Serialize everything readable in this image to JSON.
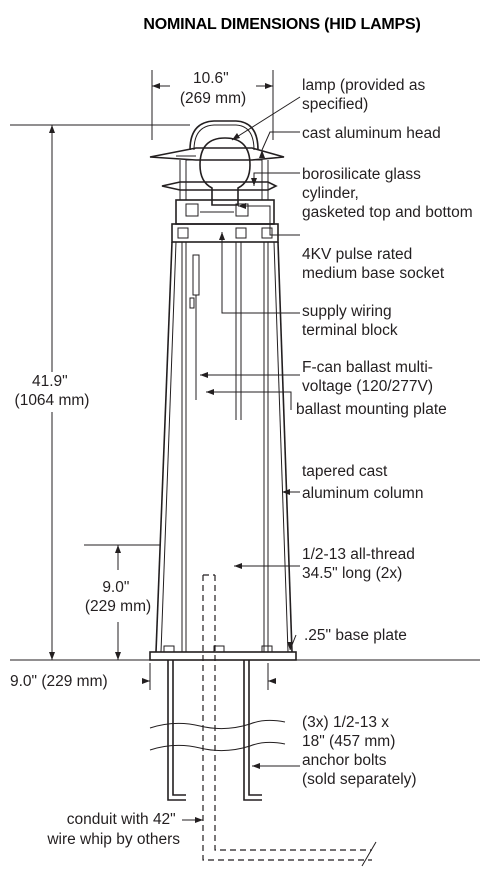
{
  "title": "NOMINAL DIMENSIONS (HID LAMPS)",
  "dimensions": {
    "head_width": [
      "10.6\"",
      "(269 mm)"
    ],
    "overall_height": [
      "41.9\"",
      "(1064 mm)"
    ],
    "lower_height": [
      "9.0\"",
      "(229 mm)"
    ],
    "base_width": "9.0\" (229 mm)"
  },
  "callouts": {
    "lamp": [
      "lamp (provided as",
      "specified)"
    ],
    "head": [
      "cast aluminum head"
    ],
    "glass": [
      "borosilicate glass",
      "cylinder,",
      "gasketed top and bottom"
    ],
    "socket": [
      "4KV pulse rated",
      "medium base socket"
    ],
    "terminal": [
      "supply wiring",
      "terminal block"
    ],
    "ballast": [
      "F-can ballast multi-",
      "voltage (120/277V)"
    ],
    "plate": [
      "ballast mounting plate"
    ],
    "column": [
      "tapered cast",
      "aluminum column"
    ],
    "allthread": [
      "1/2-13 all-thread",
      "34.5\" long (2x)"
    ],
    "baseplate": [
      ".25\" base plate"
    ],
    "anchor": [
      "(3x) 1/2-13 x",
      "18\" (457 mm)",
      "anchor bolts",
      "(sold separately)"
    ],
    "conduit": [
      "conduit with 42\"",
      "wire whip by others"
    ]
  }
}
